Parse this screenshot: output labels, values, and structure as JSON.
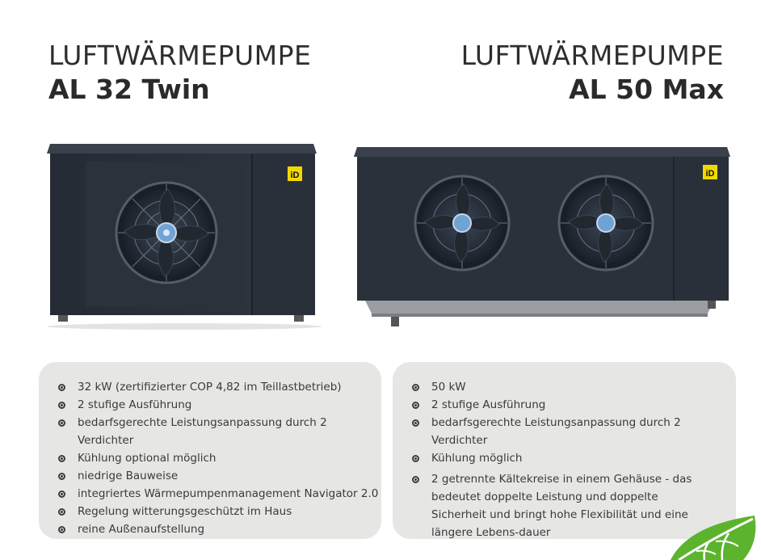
{
  "left": {
    "heading": "LUFTWÄRMEPUMPE",
    "model": "AL 32 Twin",
    "logo_text": "iD",
    "features": [
      "32 kW (zertifizierter COP 4,82 im Teillastbetrieb)",
      "2 stufige Ausführung",
      "bedarfsgerechte Leistungsanpassung durch 2 Verdichter",
      "Kühlung optional möglich",
      "niedrige Bauweise",
      "integriertes Wärmepumpenmanagement Navigator 2.0",
      "Regelung witterungsgeschützt im Haus",
      "reine Außenaufstellung"
    ]
  },
  "right": {
    "heading": "LUFTWÄRMEPUMPE",
    "model": "AL 50 Max",
    "logo_text": "iD",
    "features": [
      "50 kW",
      "2 stufige Ausführung",
      "bedarfsgerechte Leistungsanpassung durch 2 Verdichter",
      "Kühlung möglich",
      "2 getrennte Kältekreise in einem Gehäuse - das bedeutet doppelte Leistung und doppelte Sicherheit und bringt hohe Flexibilität und eine längere Lebens-dauer"
    ]
  },
  "colors": {
    "unit_body": "#2b313b",
    "panel_bg": "#e6e6e4",
    "leaf_green": "#5cb32e",
    "logo_yellow": "#f2d800"
  }
}
